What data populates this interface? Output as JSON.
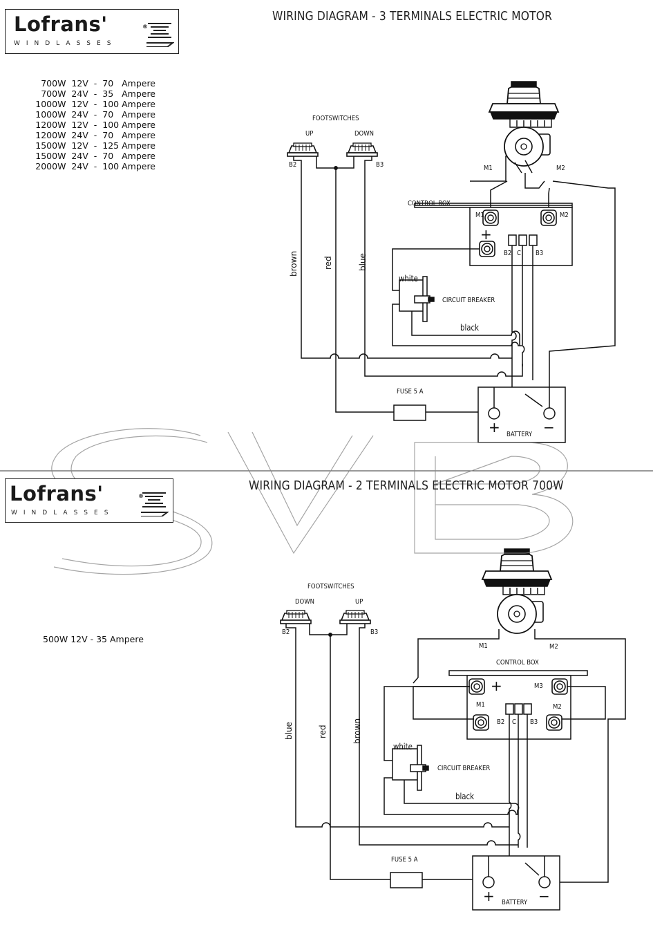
{
  "logo": {
    "brand": "Lofrans'",
    "registered": "®",
    "subtitle": "WINDLASSES"
  },
  "top": {
    "specs": [
      "700W  12V  -  70   Ampere",
      "700W  24V  -  35   Ampere",
      "1000W  12V  -  100 Ampere",
      "1000W  24V  -  70   Ampere",
      "1200W  12V  -  100 Ampere",
      "1200W  24V  -  70   Ampere",
      "1500W  12V  -  125 Ampere",
      "1500W  24V  -  70   Ampere",
      "2000W  24V  -  100 Ampere"
    ],
    "title": "WIRING DIAGRAM - 3 TERMINALS  ELECTRIC  MOTOR",
    "footswitches": "FOOTSWITCHES",
    "up": "UP",
    "down": "DOWN",
    "b2": "B2",
    "b3": "B3",
    "m1": "M1",
    "m2": "M2",
    "control_box": "CONTROL BOX",
    "cb_m1": "M1",
    "cb_m2": "M2",
    "cb_b2": "B2",
    "cb_c": "C",
    "cb_b3": "B3",
    "wire_brown": "brown",
    "wire_red": "red",
    "wire_blue": "blue",
    "white": "white",
    "circuit_breaker": "CIRCUIT BREAKER",
    "black": "black",
    "fuse": "FUSE 5 A",
    "battery": "BATTERY",
    "plus": "+",
    "minus": "−"
  },
  "bottom": {
    "spec": "500W 12V - 35 Ampere",
    "title": "WIRING DIAGRAM - 2 TERMINALS  ELECTRIC  MOTOR 700W",
    "footswitches": "FOOTSWITCHES",
    "down": "DOWN",
    "up": "UP",
    "b2": "B2",
    "b3": "B3",
    "m1": "M1",
    "m2": "M2",
    "control_box": "CONTROL BOX",
    "cb_plus": "+",
    "cb_m3": "M3",
    "cb_m1": "M1",
    "cb_m2": "M2",
    "cb_b2": "B2",
    "cb_c": "C",
    "cb_b3": "B3",
    "wire_blue": "blue",
    "wire_red": "red",
    "wire_brown": "brown",
    "white": "white",
    "circuit_breaker": "CIRCUIT BREAKER",
    "black": "black",
    "fuse": "FUSE 5 A",
    "battery": "BATTERY",
    "plus": "+",
    "minus": "−"
  },
  "watermark": "SVB"
}
